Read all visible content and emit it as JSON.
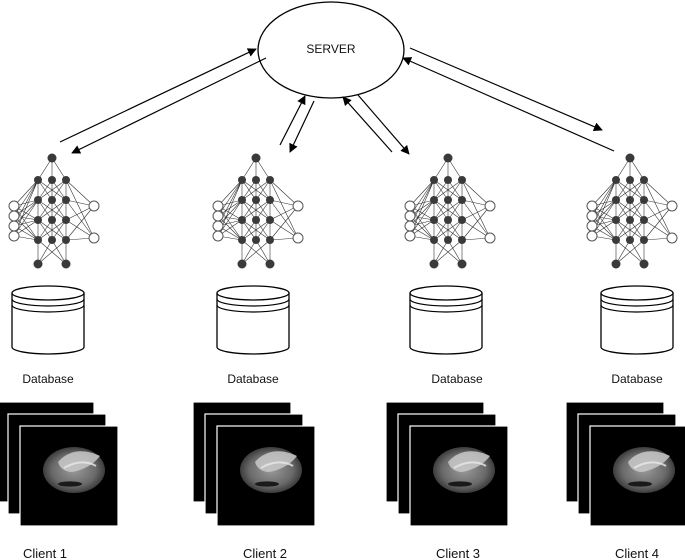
{
  "server": {
    "label": "SERVER"
  },
  "clients": [
    {
      "database_label": "Database",
      "client_label": "Client 1"
    },
    {
      "database_label": "Database",
      "client_label": "Client 2"
    },
    {
      "database_label": "Database",
      "client_label": "Client 3"
    },
    {
      "database_label": "Database",
      "client_label": "Client 4"
    }
  ],
  "colors": {
    "stroke": "#000000",
    "node_fill": "#3a3a3a",
    "scan_background": "#000000",
    "brain_tissue": "#6f6f6f"
  },
  "icons": {
    "server": "ellipse",
    "model": "neural-network-icon",
    "database": "database-cylinder-icon",
    "data": "mri-scan-stack-icon"
  }
}
